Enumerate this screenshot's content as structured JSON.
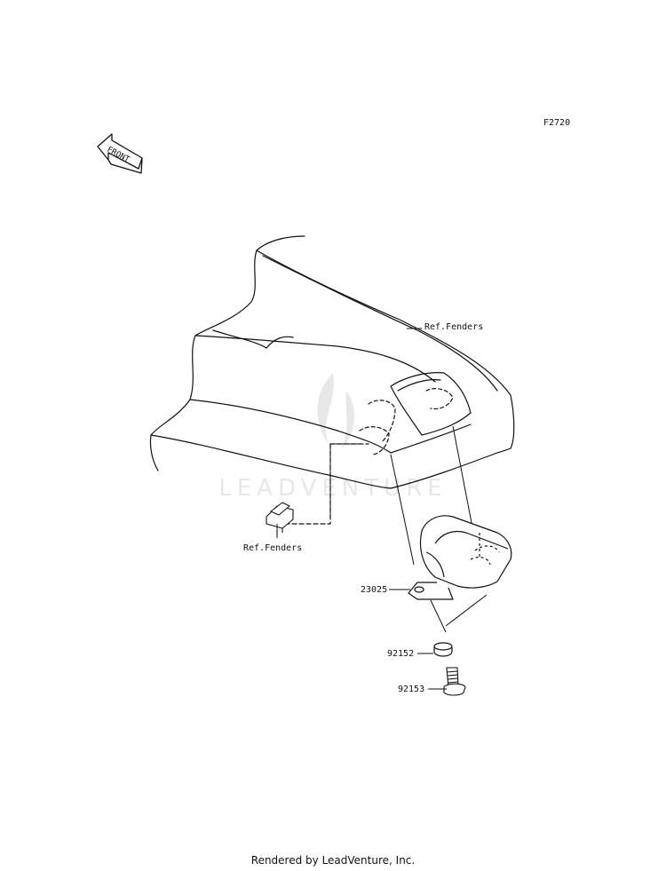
{
  "diagram_id": "F2720",
  "front_arrow_label": "FRONT",
  "watermark": "LEADVENTURE",
  "callouts": {
    "ref_fenders_top": "Ref.Fenders",
    "ref_fenders_left": "Ref.Fenders",
    "part_23025": "23025",
    "part_92152": "92152",
    "part_92153": "92153"
  },
  "footer": "Rendered by LeadVenture, Inc."
}
